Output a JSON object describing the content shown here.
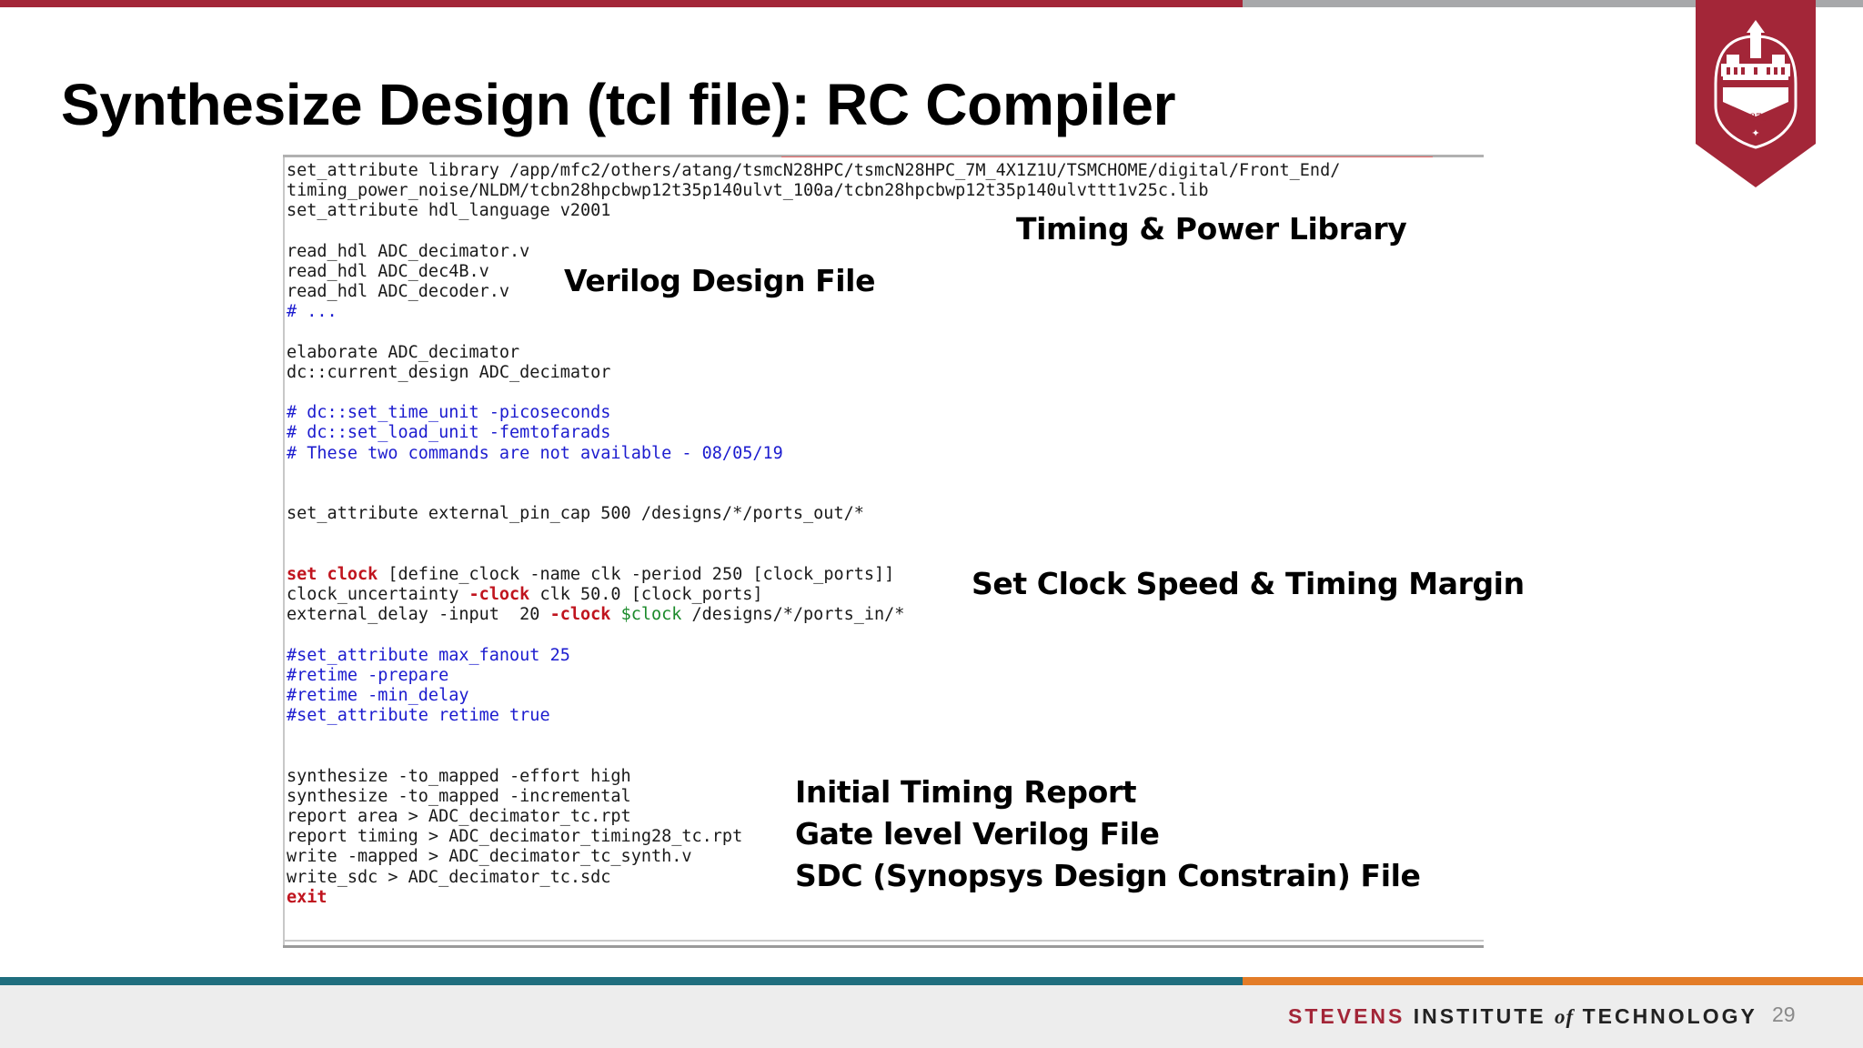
{
  "slide": {
    "title": "Synthesize Design (tcl file): RC Compiler",
    "page_number": "29"
  },
  "brand_colors": {
    "red": "#a32638",
    "gray": "#a7a8aa",
    "teal": "#1f6e7e",
    "orange": "#e37c28"
  },
  "logo": {
    "icon": "stevens-seal-shield-icon",
    "year": "1870"
  },
  "footer": {
    "brand_part1": "STEVENS",
    "brand_part2": "INSTITUTE",
    "brand_part3": "of",
    "brand_part4": "TECHNOLOGY"
  },
  "code_lines": [
    [
      {
        "t": "set_attribute library /app/mfc2/others/atang/tsmcN28HPC/tsmcN28HPC_7M_4X1Z1U/TSMCHOME/digital/Front_End/",
        "c": "plain"
      }
    ],
    [
      {
        "t": "timing_power_noise/NLDM/tcbn28hpcbwp12t35p140ulvt_100a/tcbn28hpcbwp12t35p140ulvttt1v25c.lib",
        "c": "plain"
      }
    ],
    [
      {
        "t": "set_attribute hdl_language v2001",
        "c": "plain"
      }
    ],
    [],
    [
      {
        "t": "read_hdl ADC_decimator.v",
        "c": "plain"
      }
    ],
    [
      {
        "t": "read_hdl ADC_dec4B.v",
        "c": "plain"
      }
    ],
    [
      {
        "t": "read_hdl ADC_decoder.v",
        "c": "plain"
      }
    ],
    [
      {
        "t": "# ...",
        "c": "comment"
      }
    ],
    [],
    [
      {
        "t": "elaborate ADC_decimator",
        "c": "plain"
      }
    ],
    [
      {
        "t": "dc::current_design ADC_decimator",
        "c": "plain"
      }
    ],
    [],
    [
      {
        "t": "# dc::set_time_unit -picoseconds",
        "c": "comment"
      }
    ],
    [
      {
        "t": "# dc::set_load_unit -femtofarads",
        "c": "comment"
      }
    ],
    [
      {
        "t": "# These two commands are not available - 08/05/19",
        "c": "comment"
      }
    ],
    [],
    [],
    [
      {
        "t": "set_attribute external_pin_cap 500 /designs/*/ports_out/*",
        "c": "plain"
      }
    ],
    [],
    [],
    [
      {
        "t": "set clock",
        "c": "keyword"
      },
      {
        "t": " [define_clock -name clk -period 250 [clock_ports]]",
        "c": "plain"
      }
    ],
    [
      {
        "t": "clock_uncertainty ",
        "c": "plain"
      },
      {
        "t": "-clock",
        "c": "keyword"
      },
      {
        "t": " clk 50.0 [clock_ports]",
        "c": "plain"
      }
    ],
    [
      {
        "t": "external_delay -input  20 ",
        "c": "plain"
      },
      {
        "t": "-clock",
        "c": "keyword"
      },
      {
        "t": " ",
        "c": "plain"
      },
      {
        "t": "$clock",
        "c": "var"
      },
      {
        "t": " /designs/*/ports_in/*",
        "c": "plain"
      }
    ],
    [],
    [
      {
        "t": "#set_attribute max_fanout 25",
        "c": "comment"
      }
    ],
    [
      {
        "t": "#retime -prepare",
        "c": "comment"
      }
    ],
    [
      {
        "t": "#retime -min_delay",
        "c": "comment"
      }
    ],
    [
      {
        "t": "#set_attribute retime true",
        "c": "comment"
      }
    ],
    [],
    [],
    [
      {
        "t": "synthesize -to_mapped -effort high",
        "c": "plain"
      }
    ],
    [
      {
        "t": "synthesize -to_mapped -incremental",
        "c": "plain"
      }
    ],
    [
      {
        "t": "report area > ADC_decimator_tc.rpt",
        "c": "plain"
      }
    ],
    [
      {
        "t": "report timing > ADC_decimator_timing28_tc.rpt",
        "c": "plain"
      }
    ],
    [
      {
        "t": "write -mapped > ADC_decimator_tc_synth.v",
        "c": "plain"
      }
    ],
    [
      {
        "t": "write_sdc > ADC_decimator_tc.sdc",
        "c": "plain"
      }
    ],
    [
      {
        "t": "exit",
        "c": "keyword"
      }
    ]
  ],
  "annotations": {
    "timing_power_library": "Timing & Power Library",
    "verilog_design_file": "Verilog Design File",
    "clock_speed_margin": "Set Clock Speed & Timing Margin",
    "initial_timing_report": "Initial Timing Report",
    "gate_level_verilog": "Gate level Verilog File",
    "sdc_file": "SDC (Synopsys Design Constrain) File"
  }
}
